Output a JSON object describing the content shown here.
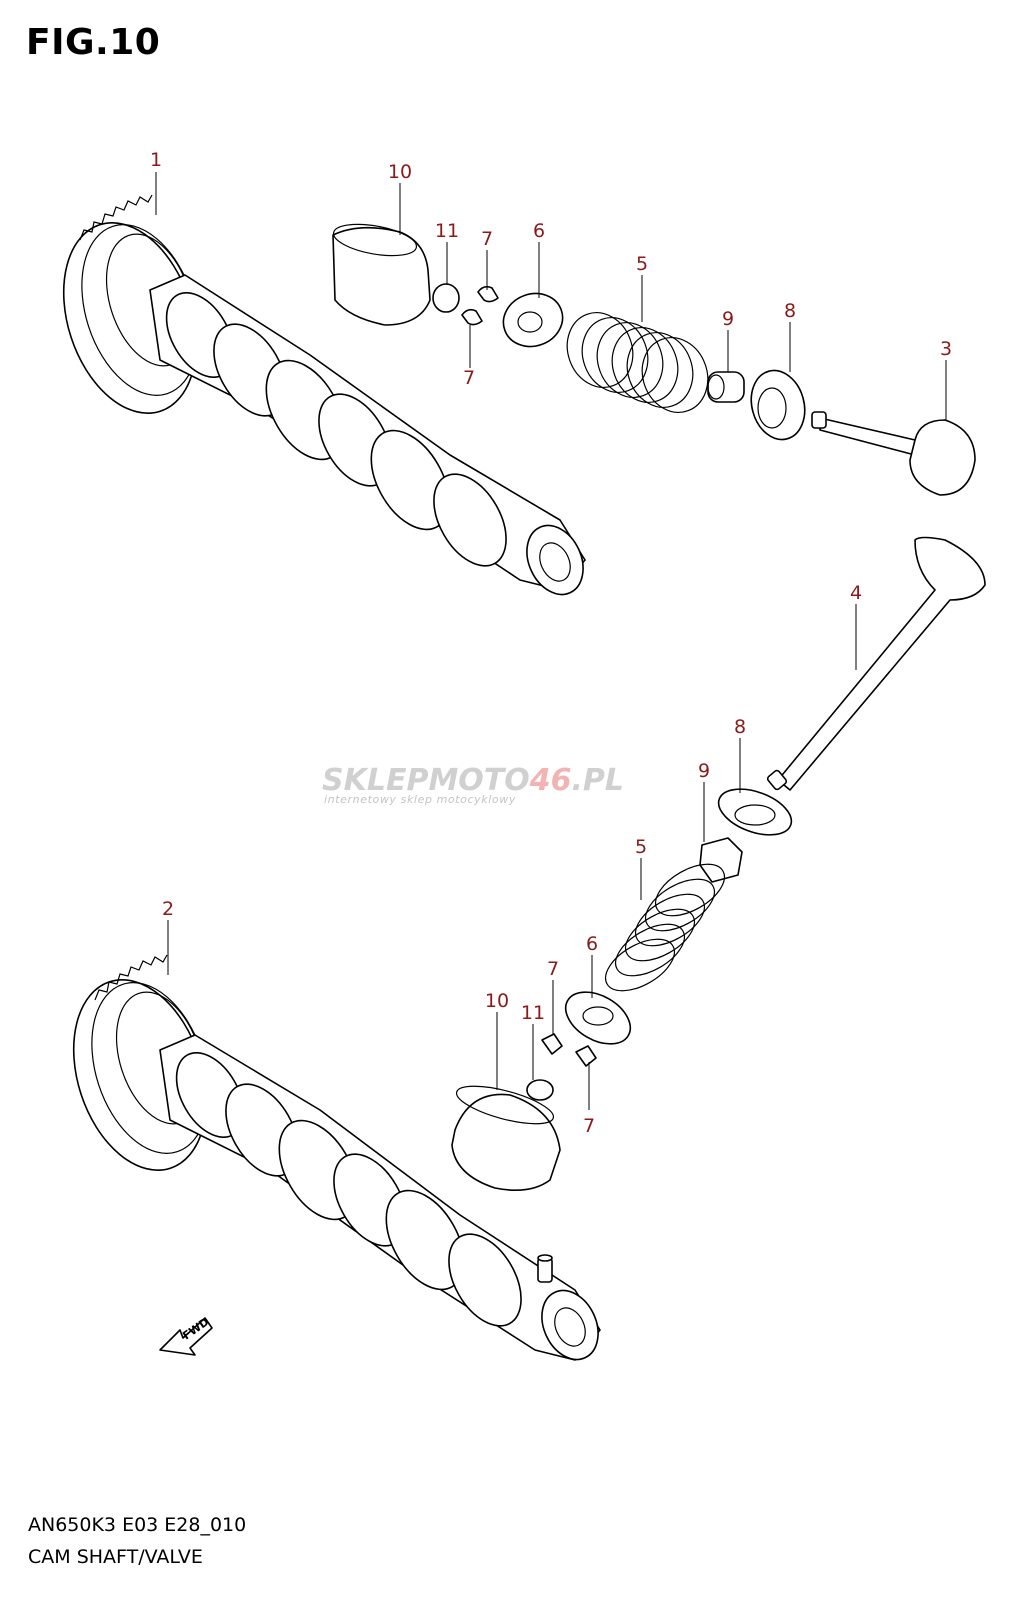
{
  "figure_title": "FIG.10",
  "footer": {
    "model_code": "AN650K3 E03 E28_010",
    "section_name": "CAM SHAFT/VALVE"
  },
  "watermark": {
    "brand_prefix": "SKLEP",
    "brand_moto": "MOTO",
    "brand_number": "46",
    "brand_suffix": ".PL",
    "tagline": "internetowy sklep motocyklowy"
  },
  "direction_indicator": "FWD",
  "callouts": {
    "c1": "1",
    "c2": "2",
    "c3": "3",
    "c4": "4",
    "c5a": "5",
    "c5b": "5",
    "c6a": "6",
    "c6b": "6",
    "c7a": "7",
    "c7b": "7",
    "c7c": "7",
    "c7d": "7",
    "c8a": "8",
    "c8b": "8",
    "c9a": "9",
    "c9b": "9",
    "c10a": "10",
    "c10b": "10",
    "c11a": "11",
    "c11b": "11"
  },
  "colors": {
    "callout": "#8b1a1a",
    "line": "#000000"
  }
}
